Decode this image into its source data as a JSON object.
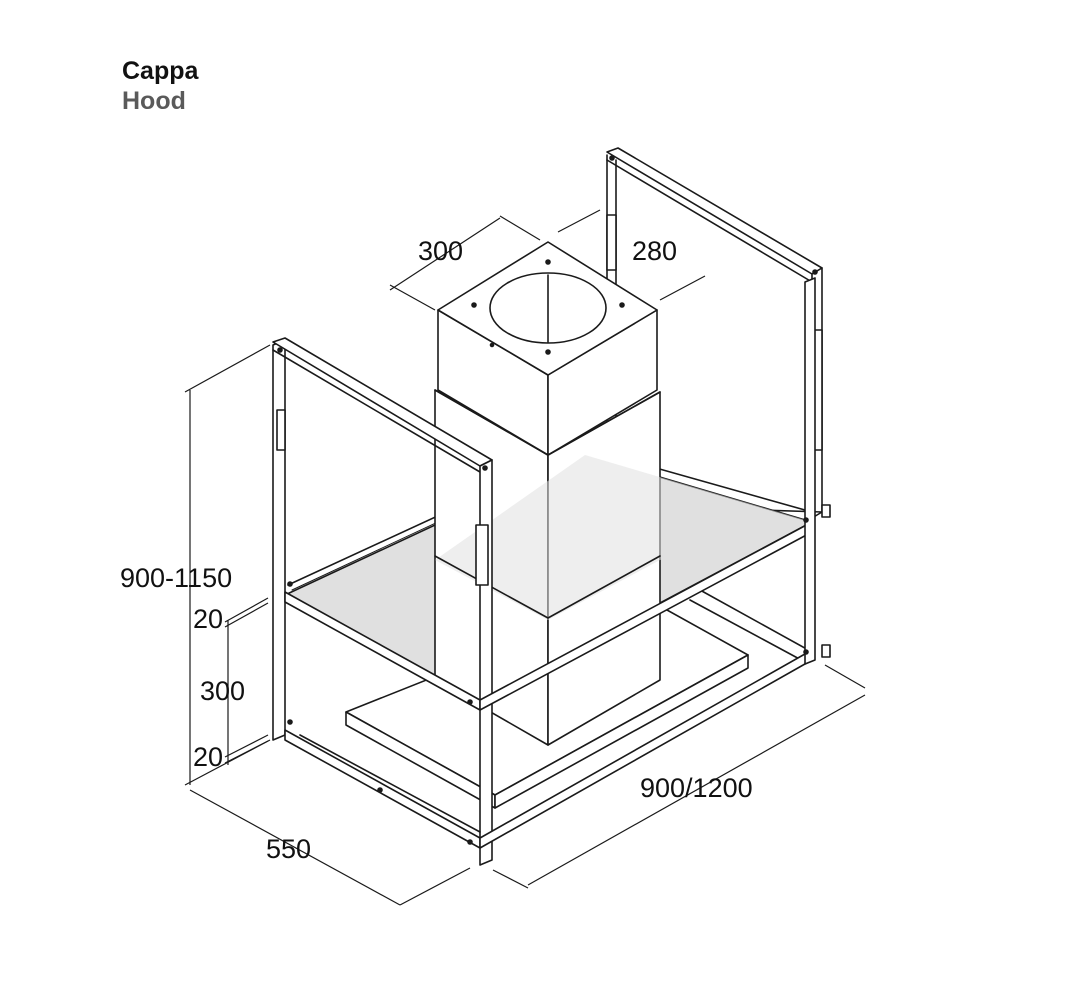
{
  "title": {
    "primary": "Cappa",
    "secondary": "Hood"
  },
  "dimensions": {
    "chimney_width": "300",
    "chimney_depth": "280",
    "total_height": "900-1150",
    "frame_top_bar": "20",
    "frame_gap": "300",
    "frame_bottom_bar": "20",
    "depth": "550",
    "width": "900/1200"
  },
  "colors": {
    "line": "#1a1a1a",
    "glass": "#e0e0e0",
    "title_secondary": "#5a5a5a"
  }
}
